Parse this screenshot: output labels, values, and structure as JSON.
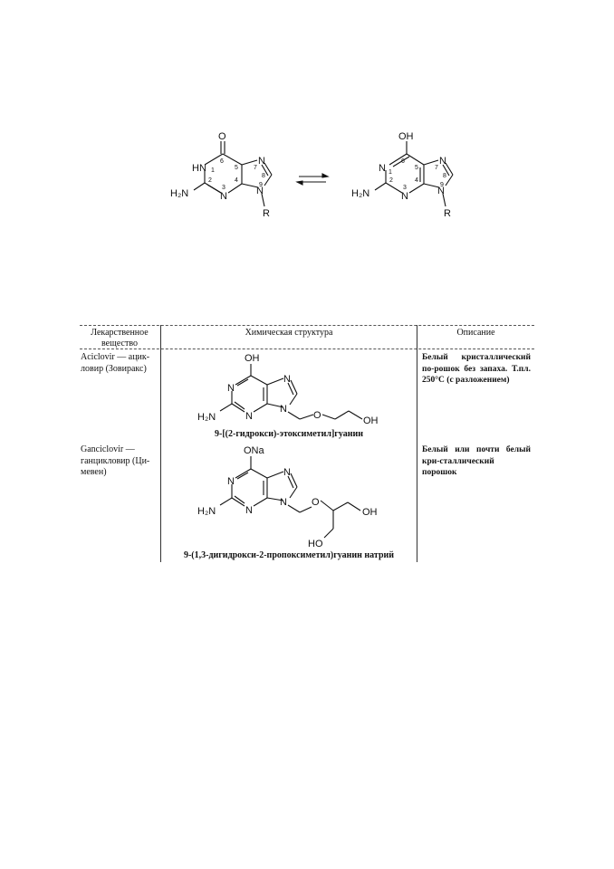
{
  "tautomers": {
    "left": {
      "O": "O",
      "HN": "HN",
      "H2N": "H₂N",
      "N3": "N",
      "N7": "N",
      "N9": "N",
      "R": "R",
      "positions": [
        "1",
        "2",
        "3",
        "4",
        "5",
        "6",
        "7",
        "8",
        "9"
      ]
    },
    "right": {
      "OH": "OH",
      "N1": "N",
      "H2N": "H₂N",
      "N3": "N",
      "N7": "N",
      "N9": "N",
      "R": "R",
      "positions": [
        "1",
        "2",
        "3",
        "4",
        "5",
        "6",
        "7",
        "8",
        "9"
      ]
    }
  },
  "table": {
    "headers": {
      "substance": "Лекарственное вещество",
      "structure": "Химическая структура",
      "description": "Описание"
    },
    "rows": [
      {
        "substance": "Aciclovir — ацик-ловир (Зовиракс)",
        "structure_labels": {
          "OH": "OH",
          "N1": "N",
          "N3": "N",
          "N7": "N",
          "N9": "N",
          "H2N": "H₂N",
          "O": "O",
          "OH2": "OH"
        },
        "caption": "9-[(2-гидрокси)-этоксиметил]гуанин",
        "description": "Белый кристаллический по-рошок без запаха. Т.пл. 250°С (с разложением)"
      },
      {
        "substance": "Ganciclovir — ганцикловир (Ци-мевен)",
        "structure_labels": {
          "ONa": "ONa",
          "N1": "N",
          "N3": "N",
          "N7": "N",
          "N9": "N",
          "H2N": "H₂N",
          "O": "O",
          "OH": "OH",
          "HO": "HO"
        },
        "caption": "9-(1,3-дигидрокси-2-пропоксиметил)гуанин натрий",
        "description": "Белый или почти белый кри-сталлический порошок"
      }
    ]
  }
}
